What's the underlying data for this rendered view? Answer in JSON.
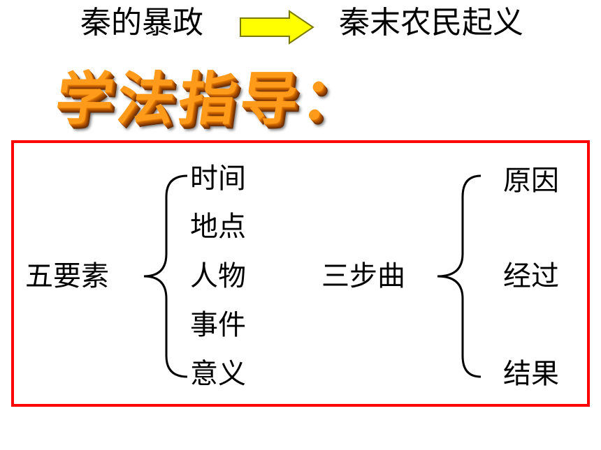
{
  "header": {
    "left_title": "秦的暴政",
    "right_title": "秦末农民起义",
    "arrow_fill": "#ffff00",
    "arrow_stroke": "#7a7a00"
  },
  "banner": {
    "text": "学法指导：",
    "color": "#ff9a1a"
  },
  "guide_box": {
    "border_color": "#ff0000",
    "left_group": {
      "label": "五要素",
      "items": [
        "时间",
        "地点",
        "人物",
        "事件",
        "意义"
      ]
    },
    "right_group": {
      "label": "三步曲",
      "items": [
        "原因",
        "经过",
        "结果"
      ]
    }
  }
}
